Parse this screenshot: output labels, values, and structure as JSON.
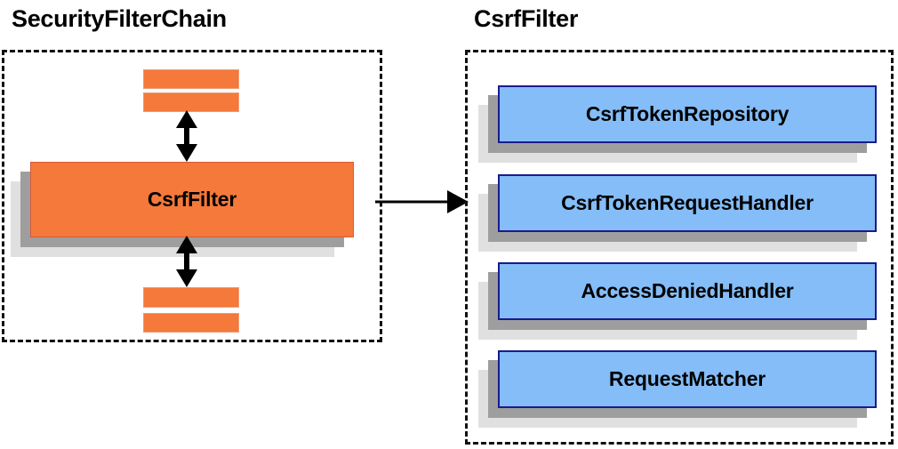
{
  "diagram": {
    "title_left": "SecurityFilterChain",
    "title_right": "CsrfFilter",
    "colors": {
      "orange_fill": "#f4793b",
      "orange_border": "#d9593a",
      "blue_fill": "#84bdf7",
      "blue_border": "#1a1a8c",
      "shadow_near": "#9e9e9e",
      "shadow_far": "#e0e0e0",
      "frame_stroke": "#111111",
      "arrow_stroke": "#000000"
    },
    "left_panel": {
      "title": "SecurityFilterChain",
      "main_box": {
        "label": "CsrfFilter"
      },
      "bars_above": [
        "filter-bar-above-1",
        "filter-bar-above-2"
      ],
      "bars_below": [
        "filter-bar-below-1",
        "filter-bar-below-2"
      ],
      "arrows": [
        "double-arrow-above",
        "double-arrow-below"
      ]
    },
    "connector": {
      "name": "chain-to-filter-arrow",
      "direction": "left-to-right",
      "from": "CsrfFilter",
      "to": "CsrfFilter detail panel"
    },
    "right_panel": {
      "title": "CsrfFilter",
      "collaborators": [
        {
          "label": "CsrfTokenRepository"
        },
        {
          "label": "CsrfTokenRequestHandler"
        },
        {
          "label": "AccessDeniedHandler"
        },
        {
          "label": "RequestMatcher"
        }
      ]
    }
  }
}
